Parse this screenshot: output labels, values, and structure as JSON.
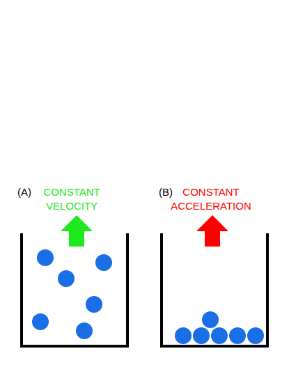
{
  "diagram": {
    "labels": [
      "(A)",
      "CONSTANT VELOCITY",
      "(B)",
      "CONSTANT ACCELERATION"
    ]
  }
}
